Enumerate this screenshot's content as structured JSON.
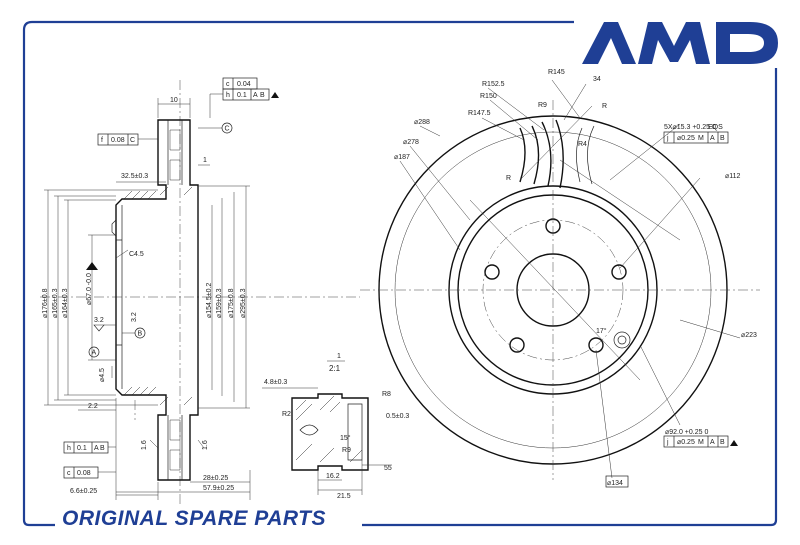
{
  "brand": {
    "logo_text": "AMD",
    "tagline": "ORIGINAL SPARE PARTS",
    "color": "#1f3f95"
  },
  "tolerance_frames": {
    "c_top": [
      "c",
      "0.04"
    ],
    "h_top": [
      "h",
      "0.1",
      "A",
      "B"
    ],
    "f_left": [
      "f",
      "0.08",
      "C"
    ],
    "h_bottom": [
      "h",
      "0.1",
      "A",
      "B"
    ],
    "c_bottom": [
      "c",
      "0.08"
    ],
    "j_holes": [
      "j",
      "⌀0.25",
      "M",
      "A",
      "B"
    ],
    "j_center": [
      "j",
      "⌀0.25",
      "M",
      "A",
      "B"
    ]
  },
  "datums": [
    "A",
    "B",
    "C"
  ],
  "section_view": {
    "dims": {
      "d10": "10",
      "d325": "32.5±0.3",
      "c45": "C4.5",
      "d32": "3.2",
      "d32b": "3.2",
      "d22": "2.2",
      "d16a": "1.6",
      "d16b": "1.6",
      "d28": "28±0.25",
      "d579": "57.9±0.25",
      "d66": "6.6±0.25",
      "d1": "1"
    },
    "vertical_dims": [
      "⌀176±0.8",
      "⌀165±0.3",
      "⌀164±0.3",
      "⌀67.0 -0.0",
      "⌀154.5±0.2",
      "⌀159±0.3",
      "⌀175±0.8",
      "⌀295±0.3",
      "⌀4.5"
    ]
  },
  "detail_view": {
    "scale_label": "1",
    "scale_ratio": "2:1",
    "dims": {
      "d48": "4.8±0.3",
      "r2": "R2",
      "d05": "0.5±0.3",
      "r9a": "R9",
      "r8": "R8",
      "d15": "15°",
      "d162": "16.2",
      "d215": "21.5",
      "d55": "55"
    }
  },
  "front_view": {
    "labels": {
      "r1525": "R152.5",
      "r145": "R145",
      "r150": "R150",
      "r9": "R9",
      "r1475": "R147.5",
      "d34": "34",
      "r_small": "R",
      "d288": "⌀288",
      "d278": "⌀278",
      "d187": "⌀187",
      "r4": "R4",
      "r_mid": "R",
      "holes": "5X⌀15.3 +0.25 0",
      "eqs": "EQS",
      "d112": "⌀112",
      "d223": "⌀223",
      "d92": "⌀92.0 +0.25 0",
      "d134": "⌀134",
      "ang": "17°"
    }
  }
}
